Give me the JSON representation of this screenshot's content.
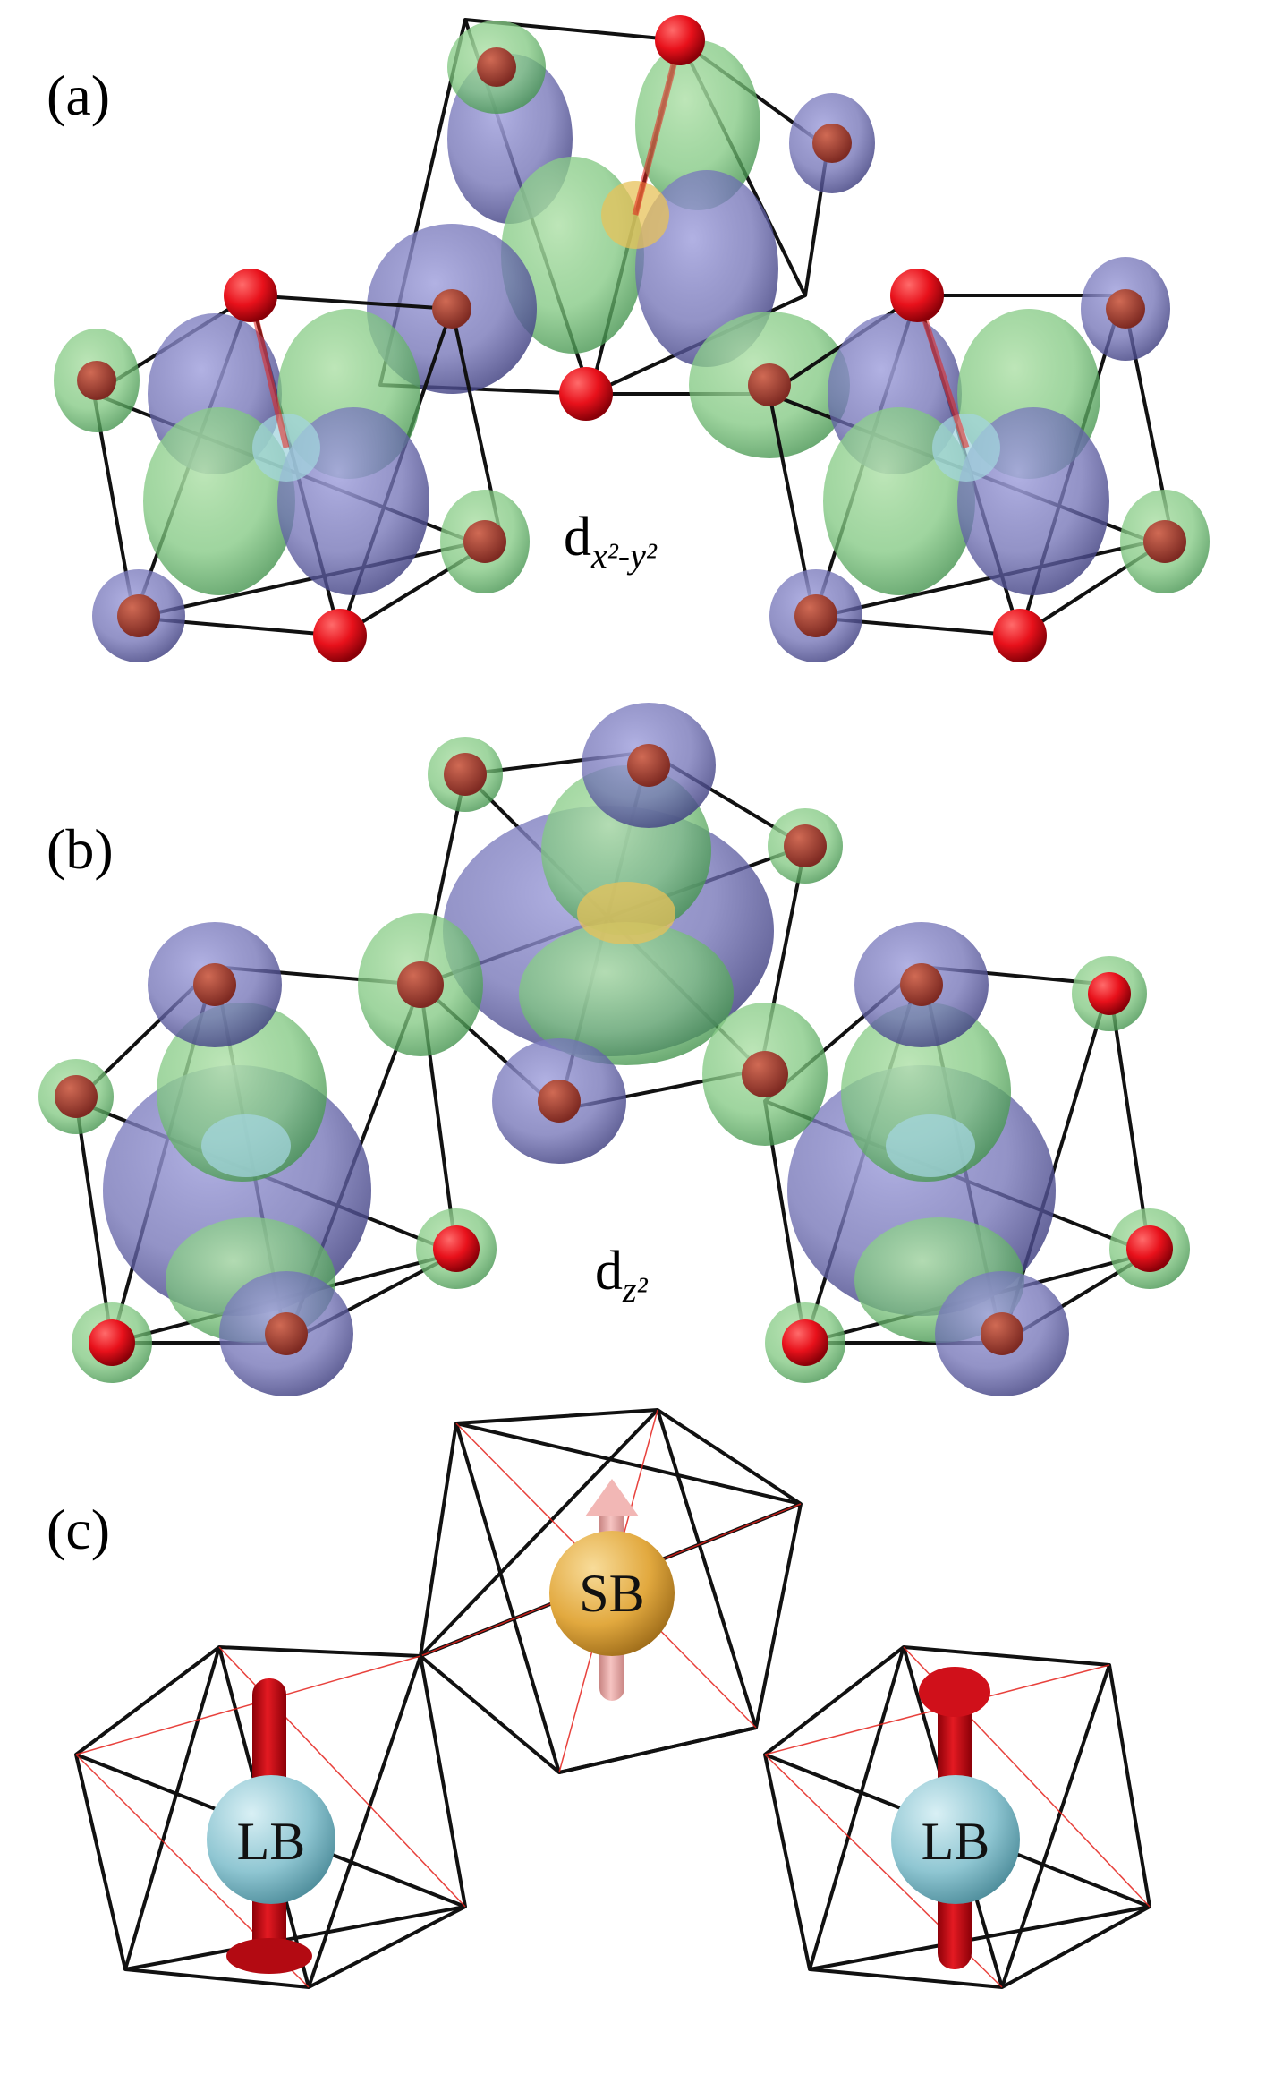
{
  "panels": {
    "a": {
      "label": "(a)",
      "orbital_base": "d",
      "orbital_sub": "x²-y²"
    },
    "b": {
      "label": "(b)",
      "orbital_base": "d",
      "orbital_sub": "z²"
    },
    "c": {
      "label": "(c)",
      "sites": {
        "left": "LB",
        "center": "SB",
        "right": "LB"
      }
    }
  },
  "colors": {
    "lobe_green": "#7fc77f",
    "lobe_blue": "#6f6fb4",
    "oxygen_red": "#e8111b",
    "lb_sphere": "#8fc6d2",
    "sb_sphere": "#e2a93f",
    "spin_red": "#d0101a",
    "spin_pink": "#efadab"
  }
}
